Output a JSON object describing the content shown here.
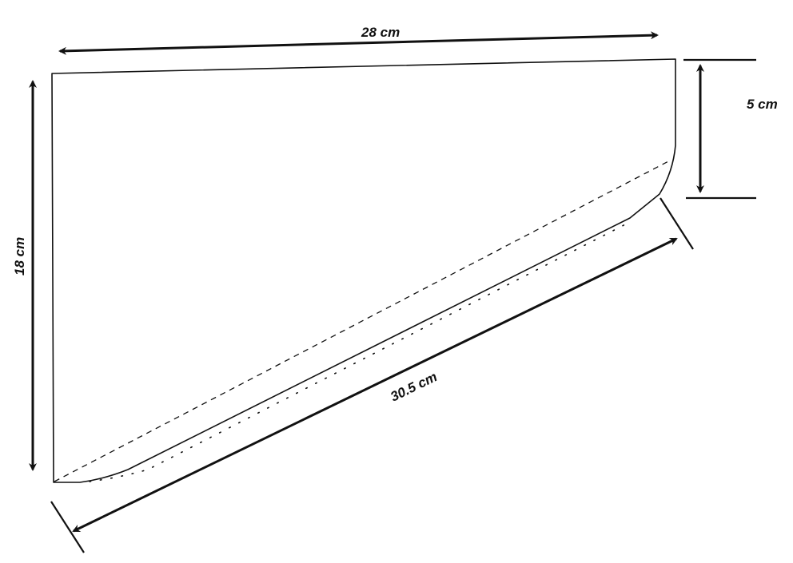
{
  "diagram": {
    "dimensions": {
      "top_width": "28 cm",
      "left_height": "18 cm",
      "right_height": "5 cm",
      "diagonal_length": "30.5 cm"
    },
    "line_styles": {
      "outline": "solid",
      "fold_line": "dashed",
      "seam_line": "dotted"
    },
    "colors": {
      "stroke": "#111111",
      "background": "#ffffff"
    }
  }
}
